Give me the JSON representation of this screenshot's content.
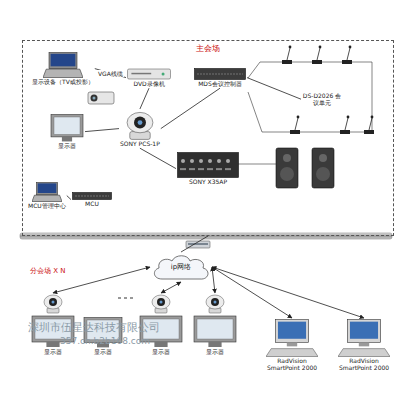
{
  "diagram": {
    "nodes": [
      {
        "text": [
          "主会场"
        ]
      },
      {
        "text": [
          "显示设备（TV或投影）"
        ],
        "in": 0
      },
      {
        "text": [
          "DVD录像机"
        ],
        "in": 0
      },
      {
        "text": [
          "MDS会议控制器"
        ],
        "in": 0
      },
      {
        "text": [
          "DS-D2026 会议单元"
        ],
        "in": 0
      },
      {
        "text": [
          "显示器"
        ],
        "in": 0
      },
      {
        "text": [
          "SONY PCS-1P"
        ],
        "in": 0
      },
      {
        "text": [
          "MCU管理中心"
        ],
        "in": 0
      },
      {
        "text": [
          "MCU"
        ],
        "in": 0
      },
      {
        "text": [
          "SONY X35AP"
        ],
        "in": 0
      },
      {
        "text": [
          "ip网络"
        ]
      },
      {
        "text": [
          "显示器"
        ]
      },
      {
        "text": [
          "显示器"
        ]
      },
      {
        "text": [
          "显示器"
        ]
      },
      {
        "text": [
          "显示器"
        ]
      },
      {
        "text": [
          "RadVision SmartPoint 2000"
        ]
      },
      {
        "text": [
          "RadVision SmartPoint 2000"
        ]
      }
    ],
    "edges": [
      {
        "from": 1,
        "to": 2,
        "label": "VGA线缆",
        "arrow": "none"
      },
      {
        "from": 2,
        "to": 6,
        "arrow": "none"
      },
      {
        "from": 6,
        "to": 5,
        "arrow": "none"
      },
      {
        "from": 6,
        "to": 3,
        "arrow": "none"
      },
      {
        "from": 3,
        "to": 4,
        "arrow": "none"
      },
      {
        "from": 6,
        "to": 9,
        "arrow": "none"
      },
      {
        "from": 7,
        "to": 8,
        "arrow": "none"
      },
      {
        "from": 0,
        "to": 10,
        "arrow": "none"
      },
      {
        "from": 10,
        "to": 11,
        "arrow": "both"
      },
      {
        "from": 10,
        "to": 13,
        "arrow": "both"
      },
      {
        "from": 10,
        "to": 14,
        "arrow": "both"
      },
      {
        "from": 10,
        "to": 15,
        "arrow": "both"
      },
      {
        "from": 10,
        "to": 16,
        "arrow": "both"
      }
    ],
    "labels": [
      "分会场 X N",
      "深圳市伍星达科技有限公司",
      "357.cn.b2b168.com"
    ]
  }
}
